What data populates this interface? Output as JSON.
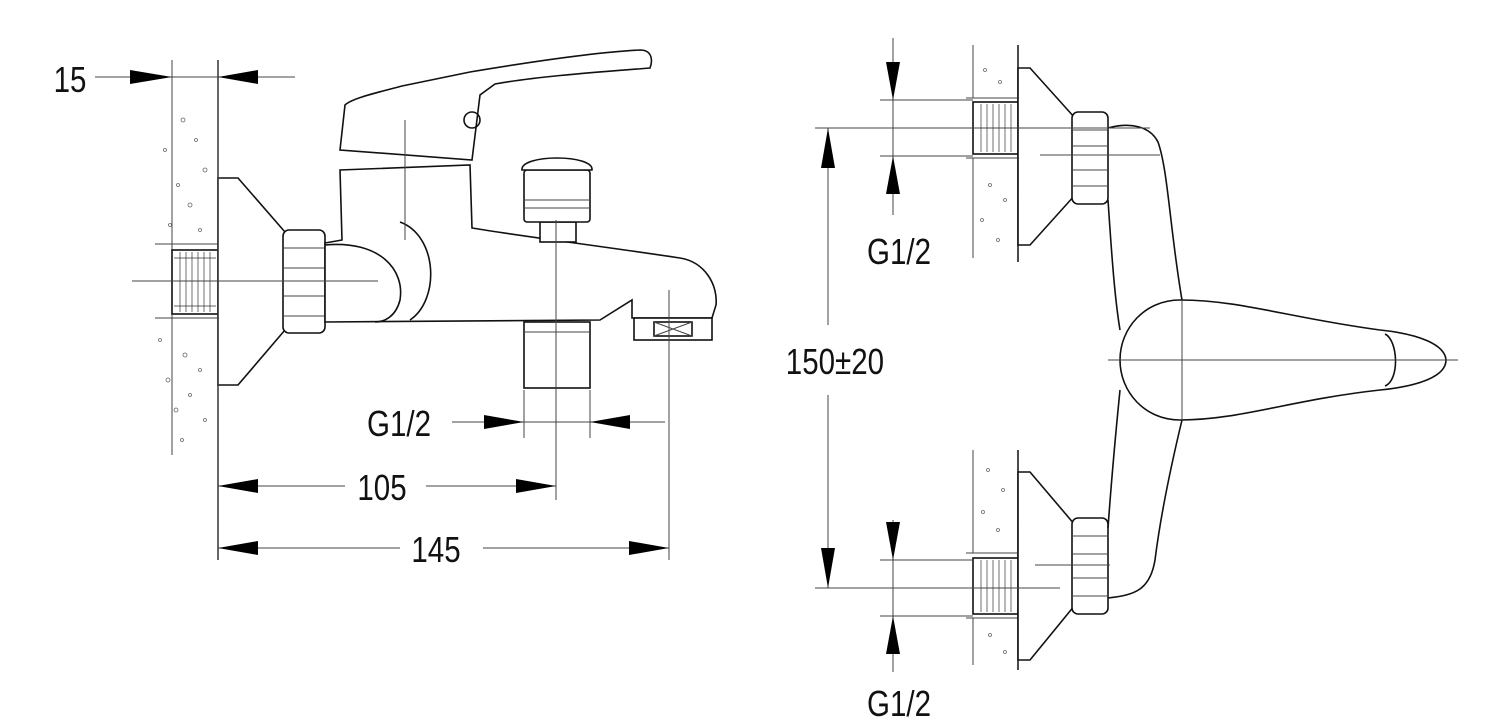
{
  "drawing": {
    "side_view": {
      "wall_thickness_label": "15",
      "connection_label": "G1/2",
      "spout_center_label": "105",
      "spout_end_label": "145"
    },
    "front_view": {
      "top_connection_label": "G1/2",
      "center_distance_label": "150±20",
      "bottom_connection_label": "G1/2"
    }
  }
}
